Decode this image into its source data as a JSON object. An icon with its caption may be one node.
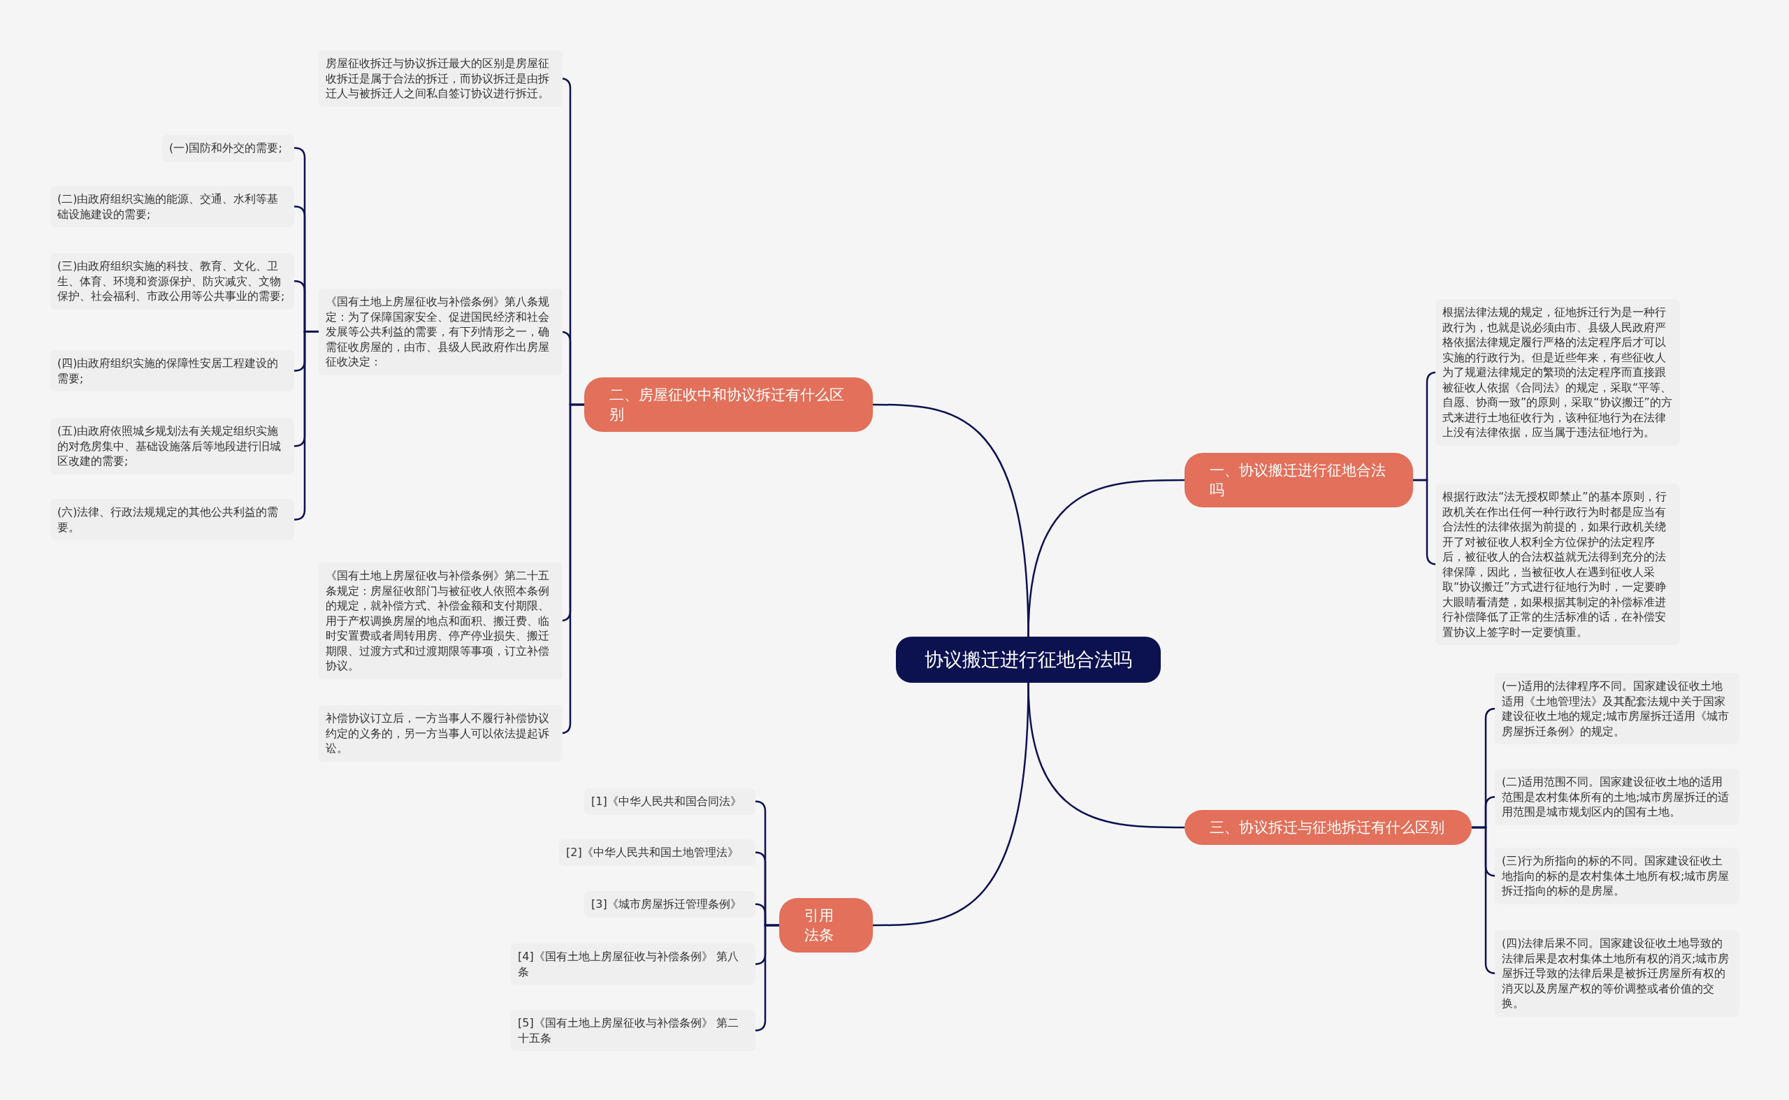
{
  "diagram": {
    "nodes": [
      {
        "text": [
          "协议搬迁进行征地合法吗"
        ]
      },
      {
        "text": [
          "一、协议搬迁进行征地合法吗"
        ]
      },
      {
        "text": [
          "根据法律法规的规定，征地拆迁行为是一种行政行为，也就是说必须由市、县级人民政府严格依据法律规定履行严格的法定程序后才可以实施的行政行为。但是近些年来，有些征收人为了规避法律规定的繁琐的法定程序而直接跟被征收人依据《合同法》的规定，采取“平等、自愿、协商一致”的原则，采取“协议搬迁”的方式来进行土地征收行为，该种征地行为在法律上没有法律依据，应当属于违法征地行为。"
        ]
      },
      {
        "text": [
          "根据行政法“法无授权即禁止”的基本原则，行政机关在作出任何一种行政行为时都是应当有合法性的法律依据为前提的，如果行政机关绕开了对被征收人权利全方位保护的法定程序后，被征收人的合法权益就无法得到充分的法律保障，因此，当被征收人在遇到征收人采取“协议搬迁”方式进行征地行为时，一定要睁大眼睛看清楚，如果根据其制定的补偿标准进行补偿降低了正常的生活标准的话，在补偿安置协议上签字时一定要慎重。"
        ]
      },
      {
        "text": [
          "二、房屋征收中和协议拆迁有什么区别"
        ]
      },
      {
        "text": [
          "房屋征收拆迁与协议拆迁最大的区别是房屋征收拆迁是属于合法的拆迁，而协议拆迁是由拆迁人与被拆迁人之间私自签订协议进行拆迁。"
        ]
      },
      {
        "text": [
          "《国有土地上房屋征收与补偿条例》第八条规定：为了保障国家安全、促进国民经济和社会发展等公共利益的需要，有下列情形之一，确需征收房屋的，由市、县级人民政府作出房屋征收决定："
        ]
      },
      {
        "text": [
          "(一)国防和外交的需要;"
        ]
      },
      {
        "text": [
          "(二)由政府组织实施的能源、交通、水利等基础设施建设的需要;"
        ]
      },
      {
        "text": [
          "(三)由政府组织实施的科技、教育、文化、卫生、体育、环境和资源保护、防灾减灾、文物保护、社会福利、市政公用等公共事业的需要;"
        ]
      },
      {
        "text": [
          "(四)由政府组织实施的保障性安居工程建设的需要;"
        ]
      },
      {
        "text": [
          "(五)由政府依照城乡规划法有关规定组织实施的对危房集中、基础设施落后等地段进行旧城区改建的需要;"
        ]
      },
      {
        "text": [
          "(六)法律、行政法规规定的其他公共利益的需要。"
        ]
      },
      {
        "text": [
          "《国有土地上房屋征收与补偿条例》第二十五条规定：房屋征收部门与被征收人依照本条例的规定，就补偿方式、补偿金额和支付期限、用于产权调换房屋的地点和面积、搬迁费、临时安置费或者周转用房、停产停业损失、搬迁期限、过渡方式和过渡期限等事项，订立补偿协议。"
        ]
      },
      {
        "text": [
          "补偿协议订立后，一方当事人不履行补偿协议约定的义务的，另一方当事人可以依法提起诉讼。"
        ]
      },
      {
        "text": [
          "三、协议拆迁与征地拆迁有什么区别"
        ]
      },
      {
        "text": [
          "(一)适用的法律程序不同。国家建设征收土地适用《土地管理法》及其配套法规中关于国家建设征收土地的规定;城市房屋拆迁适用《城市房屋拆迁条例》的规定。"
        ]
      },
      {
        "text": [
          "(二)适用范围不同。国家建设征收土地的适用范围是农村集体所有的土地;城市房屋拆迁的适用范围是城市规划区内的国有土地。"
        ]
      },
      {
        "text": [
          "(三)行为所指向的标的不同。国家建设征收土地指向的标的是农村集体土地所有权;城市房屋拆迁指向的标的是房屋。"
        ]
      },
      {
        "text": [
          "(四)法律后果不同。国家建设征收土地导致的法律后果是农村集体土地所有权的消灭;城市房屋拆迁导致的法律后果是被拆迁房屋所有权的消灭以及房屋产权的等价调整或者价值的交换。"
        ]
      },
      {
        "text": [
          "引用法条"
        ]
      },
      {
        "text": [
          "[1]《中华人民共和国合同法》"
        ]
      },
      {
        "text": [
          "[2]《中华人民共和国土地管理法》"
        ]
      },
      {
        "text": [
          "[3]《城市房屋拆迁管理条例》"
        ]
      },
      {
        "text": [
          "[4]《国有土地上房屋征收与补偿条例》 第八条"
        ]
      },
      {
        "text": [
          "[5]《国有土地上房屋征收与补偿条例》 第二十五条"
        ]
      }
    ],
    "edges": [
      {
        "from": 0,
        "to": 1,
        "arrow": "none"
      },
      {
        "from": 1,
        "to": 2,
        "arrow": "none"
      },
      {
        "from": 1,
        "to": 3,
        "arrow": "none"
      },
      {
        "from": 0,
        "to": 4,
        "arrow": "none"
      },
      {
        "from": 4,
        "to": 5,
        "arrow": "none"
      },
      {
        "from": 4,
        "to": 6,
        "arrow": "none"
      },
      {
        "from": 6,
        "to": 7,
        "arrow": "none"
      },
      {
        "from": 6,
        "to": 8,
        "arrow": "none"
      },
      {
        "from": 6,
        "to": 9,
        "arrow": "none"
      },
      {
        "from": 6,
        "to": 10,
        "arrow": "none"
      },
      {
        "from": 6,
        "to": 11,
        "arrow": "none"
      },
      {
        "from": 6,
        "to": 12,
        "arrow": "none"
      },
      {
        "from": 4,
        "to": 13,
        "arrow": "none"
      },
      {
        "from": 4,
        "to": 14,
        "arrow": "none"
      },
      {
        "from": 0,
        "to": 15,
        "arrow": "none"
      },
      {
        "from": 15,
        "to": 16,
        "arrow": "none"
      },
      {
        "from": 15,
        "to": 17,
        "arrow": "none"
      },
      {
        "from": 15,
        "to": 18,
        "arrow": "none"
      },
      {
        "from": 15,
        "to": 19,
        "arrow": "none"
      },
      {
        "from": 0,
        "to": 20,
        "arrow": "none"
      },
      {
        "from": 20,
        "to": 21,
        "arrow": "none"
      },
      {
        "from": 20,
        "to": 22,
        "arrow": "none"
      },
      {
        "from": 20,
        "to": 23,
        "arrow": "none"
      },
      {
        "from": 20,
        "to": 24,
        "arrow": "none"
      },
      {
        "from": 20,
        "to": 25,
        "arrow": "none"
      }
    ]
  }
}
